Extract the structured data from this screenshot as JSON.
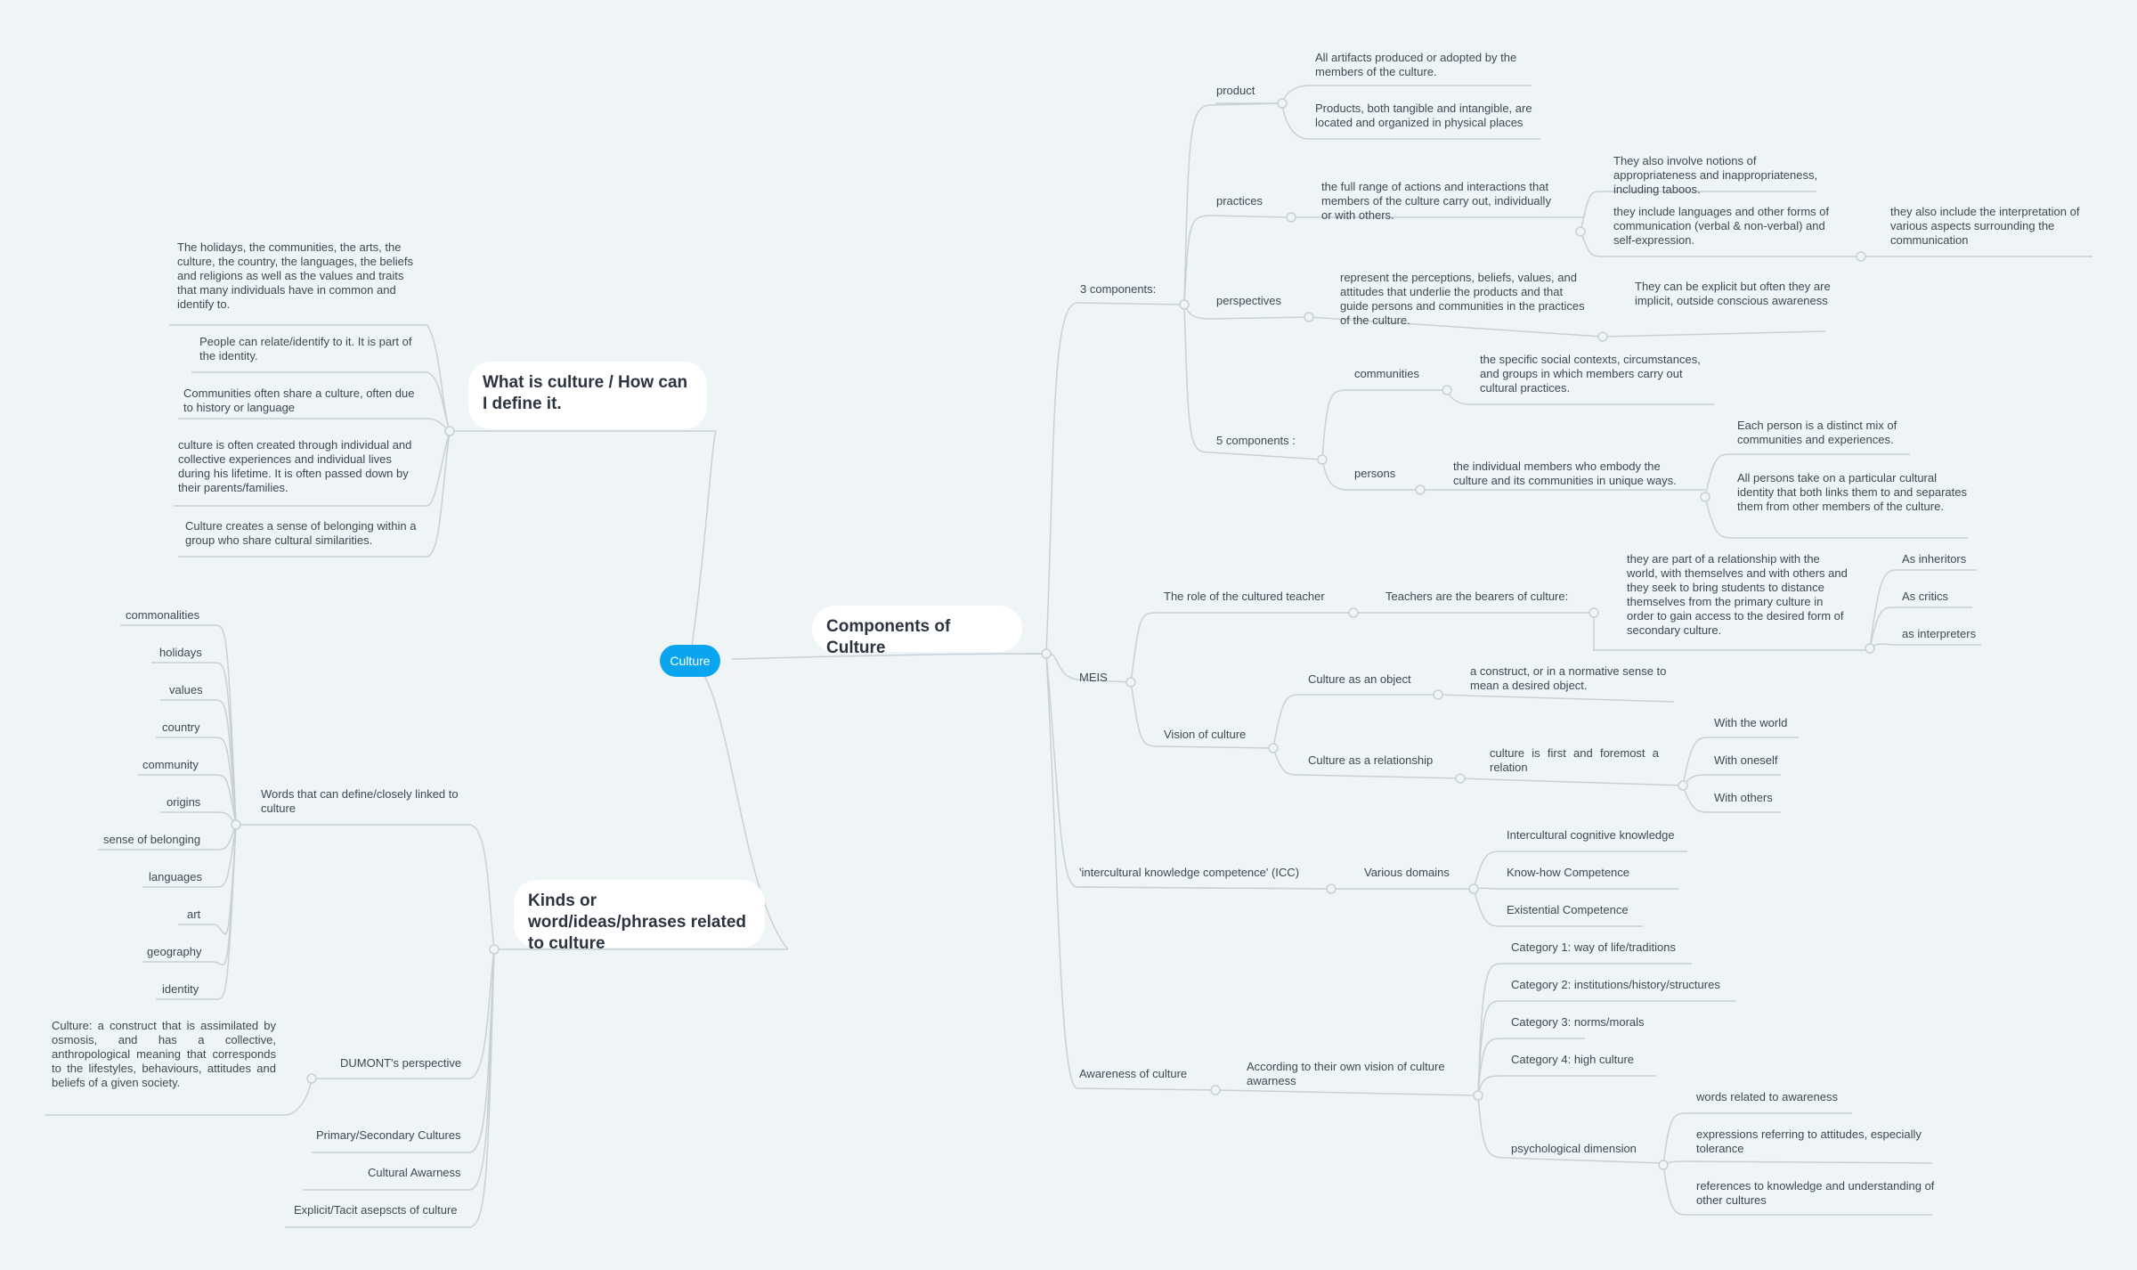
{
  "root": "Culture",
  "branches": {
    "what": {
      "title": "What is culture / How can I define it.",
      "items": [
        "The holidays, the communities, the arts, the culture, the country, the languages, the beliefs and religions as well as the values and traits that many individuals have in common and identify to.",
        "People can relate/identify to it. It is part of the identity.",
        "Communities often share a culture, often due to history or language",
        "culture is often created through individual and collective experiences and individual lives during his lifetime.  It is often passed down by their parents/families.",
        "Culture creates a sense of belonging within a group who share cultural similarities."
      ]
    },
    "kinds": {
      "title": "Kinds or word/ideas/phrases related to culture",
      "words_label": "Words that can define/closely linked to culture",
      "words": [
        "commonalities",
        "holidays",
        "values",
        "country",
        "community",
        "origins",
        "sense of belonging",
        "languages",
        "art",
        "geography",
        "identity"
      ],
      "dumont_label": "DUMONT's perspective",
      "dumont_text": "Culture: a construct that is assimilated by osmosis, and has a collective, anthropological meaning that corresponds to the lifestyles, behaviours, attitudes and beliefs of a given society.",
      "primary": "Primary/Secondary Cultures",
      "awareness": "Cultural Awarness",
      "explicit": "Explicit/Tacit asepscts of culture"
    },
    "components": {
      "title": "Components of Culture",
      "three": "3 components:",
      "product": "product",
      "product_1": "All artifacts produced or adopted by the members of the culture.",
      "product_2": "Products, both tangible and intangible, are located and organized in physical places",
      "practices": "practices",
      "practices_def": "the full range of actions and interactions that members of the culture carry out, individually or with others.",
      "practices_1": "They also involve notions of appropriateness and inappropriateness, including taboos.",
      "practices_2": "they include languages and other forms of communication (verbal & non-verbal) and self-expression.",
      "practices_3": "they also include the interpretation of various aspects surrounding the communication",
      "perspectives": "perspectives",
      "perspectives_def": "represent the perceptions, beliefs, values, and attitudes that underlie the products and that guide persons and communities in the practices of the culture.",
      "perspectives_1": "They can be explicit but often they are implicit, outside conscious awareness",
      "five": "5 components :",
      "communities": "communities",
      "communities_def": "the specific social contexts, circumstances, and groups in which members carry out cultural practices.",
      "persons": "persons",
      "persons_def": "the individual members who embody the culture and its communities in unique ways.",
      "persons_1": "Each person is a distinct mix of communities and experiences.",
      "persons_2": "All persons take on a particular cultural identity that both links them to and separates them from other members of the culture.",
      "meis": "MEIS",
      "role": "The role of the cultured teacher",
      "bearers": "Teachers are the bearers of culture:",
      "bearers_def": "they are part of a relationship with the world, with themselves and with others and they seek to bring students to distance themselves from the primary culture in order to gain access to the desired form of secondary culture.",
      "inheritors": "As inheritors",
      "critics": "As critics",
      "interpreters": "as interpreters",
      "vision": "Vision of culture",
      "object": "Culture as an object",
      "object_def": "a construct, or in a normative sense to mean a desired object.",
      "relationship": "Culture as a relationship",
      "relationship_def": "culture is first and foremost a relation",
      "world": "With the world",
      "oneself": "With oneself",
      "others": "With others",
      "icc": "'intercultural knowledge competence' (ICC)",
      "domains": "Various domains",
      "d1": "Intercultural cognitive knowledge",
      "d2": "Know-how Competence",
      "d3": "Existential Competence",
      "awareness": "Awareness of culture",
      "according": "According to their own vision of culture awarness",
      "c1": "Category 1: way of life/traditions",
      "c2": "Category 2: institutions/history/structures",
      "c3": "Category 3: norms/morals",
      "c4": "Category 4: high culture",
      "psych": "psychological dimension",
      "p1": "words related to awareness",
      "p2": "expressions referring to attitudes, especially tolerance",
      "p3": "references to knowledge and understanding of other cultures"
    }
  }
}
